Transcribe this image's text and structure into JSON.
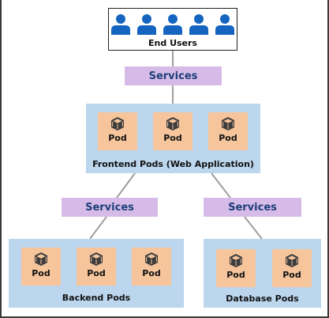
{
  "end_users": {
    "label": "End Users",
    "icon": "user-icon",
    "count": 5
  },
  "services_label": "Services",
  "pod_label": "Pod",
  "frontend": {
    "label": "Frontend Pods (Web Application)",
    "pods": 3
  },
  "backend": {
    "label": "Backend Pods",
    "pods": 3
  },
  "database": {
    "label": "Database Pods",
    "pods": 2
  },
  "colors": {
    "user_icon": "#1565c0",
    "services": "#d6bbe8",
    "services_text": "#1c3f78",
    "group": "#bcd6ee",
    "pod": "#f6c59c",
    "connector": "#9e9e9e"
  }
}
